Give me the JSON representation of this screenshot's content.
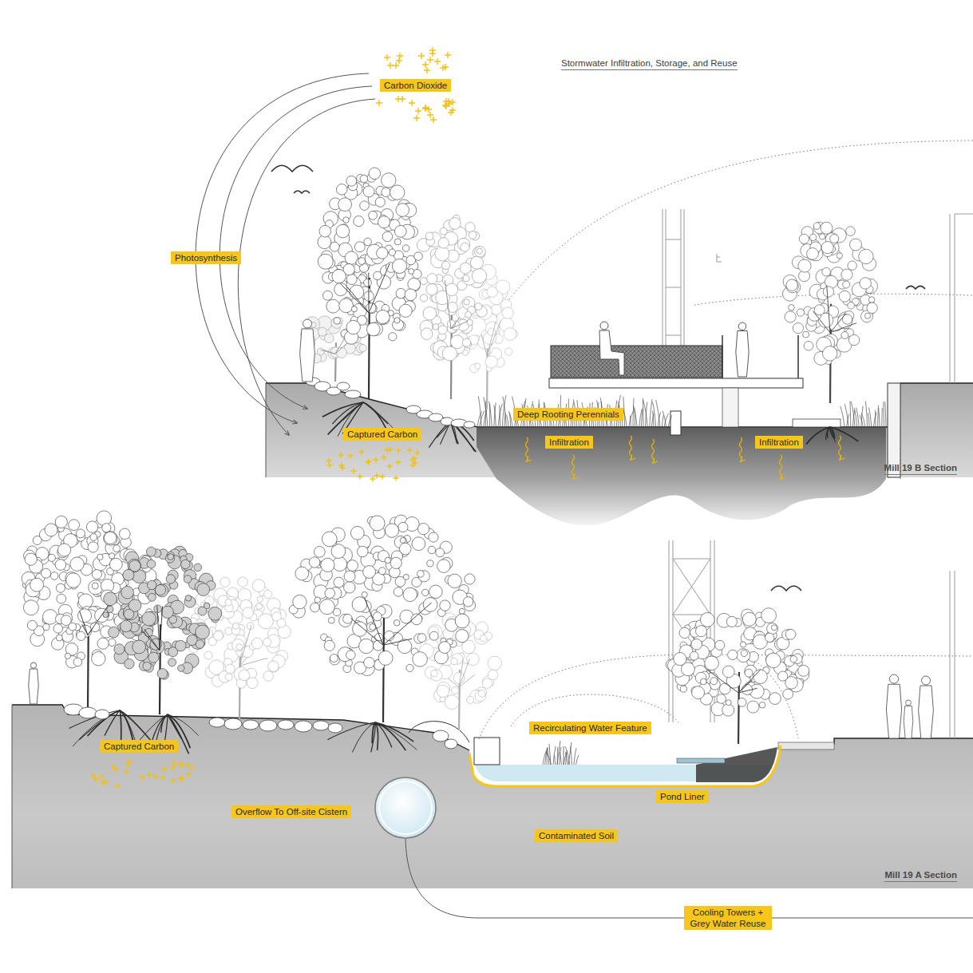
{
  "diagram": {
    "title": "Stormwater Infiltration, Storage, and Reuse",
    "nodes": [
      {
        "text": [
          "Carbon Dioxide"
        ]
      },
      {
        "text": [
          "Photosynthesis"
        ]
      },
      {
        "text": [
          "Deep Rooting Perennials"
        ]
      },
      {
        "text": [
          "Captured Carbon"
        ]
      },
      {
        "text": [
          "Infiltration"
        ]
      },
      {
        "text": [
          "Infiltration"
        ]
      },
      {
        "text": [
          "Recirculating Water Feature"
        ]
      },
      {
        "text": [
          "Captured Carbon"
        ]
      },
      {
        "text": [
          "Overflow To Off-site Cistern"
        ]
      },
      {
        "text": [
          "Pond Liner"
        ]
      },
      {
        "text": [
          "Contaminated Soil"
        ]
      },
      {
        "text": [
          "Cooling Towers + Grey Water Reuse"
        ]
      }
    ],
    "labels": [
      "Mill 19 B Section",
      "Mill 19 A Section"
    ]
  }
}
